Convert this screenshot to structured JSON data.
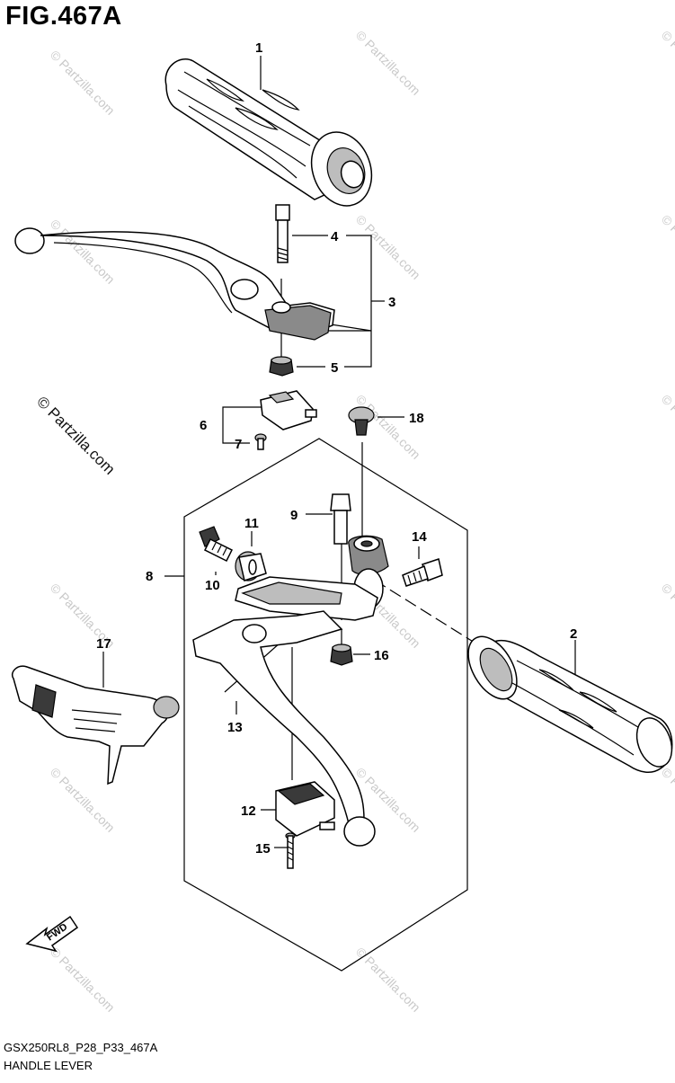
{
  "figure": {
    "title": "FIG.467A",
    "model_code": "GSX250RL8_P28_P33_467A",
    "name": "HANDLE LEVER"
  },
  "direction_arrow": "FWD",
  "watermark": "© Partzilla.com",
  "callouts": [
    "1",
    "2",
    "3",
    "4",
    "5",
    "6",
    "7",
    "8",
    "9",
    "10",
    "11",
    "12",
    "13",
    "14",
    "15",
    "16",
    "17",
    "18"
  ],
  "parts": [
    {
      "ref": "1",
      "icon": "handle-grip-right-icon"
    },
    {
      "ref": "2",
      "icon": "handle-grip-left-icon"
    },
    {
      "ref": "3",
      "icon": "front-brake-lever-icon"
    },
    {
      "ref": "4",
      "icon": "lever-bolt-icon"
    },
    {
      "ref": "5",
      "icon": "lever-nut-icon"
    },
    {
      "ref": "6",
      "icon": "brake-light-switch-icon"
    },
    {
      "ref": "7",
      "icon": "switch-screw-icon"
    },
    {
      "ref": "8",
      "icon": "clutch-lever-assembly-icon"
    },
    {
      "ref": "9",
      "icon": "pivot-bolt-icon"
    },
    {
      "ref": "10",
      "icon": "adjuster-bolt-icon"
    },
    {
      "ref": "11",
      "icon": "adjuster-nut-icon"
    },
    {
      "ref": "12",
      "icon": "clutch-switch-icon"
    },
    {
      "ref": "13",
      "icon": "clutch-lever-icon"
    },
    {
      "ref": "14",
      "icon": "holder-bolt-icon"
    },
    {
      "ref": "15",
      "icon": "switch-screw-icon"
    },
    {
      "ref": "16",
      "icon": "pivot-nut-icon"
    },
    {
      "ref": "17",
      "icon": "lever-guard-icon"
    },
    {
      "ref": "18",
      "icon": "cap-plug-icon"
    }
  ]
}
